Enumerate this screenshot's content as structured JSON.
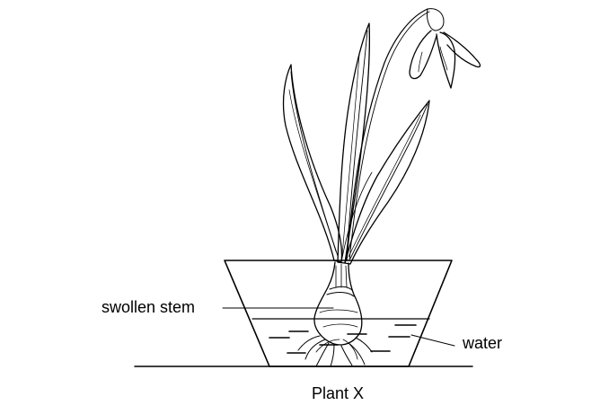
{
  "labels": {
    "swollen_stem": "swollen stem",
    "water": "water",
    "caption": "Plant X"
  },
  "colors": {
    "ink": "#000000",
    "background": "#ffffff"
  }
}
